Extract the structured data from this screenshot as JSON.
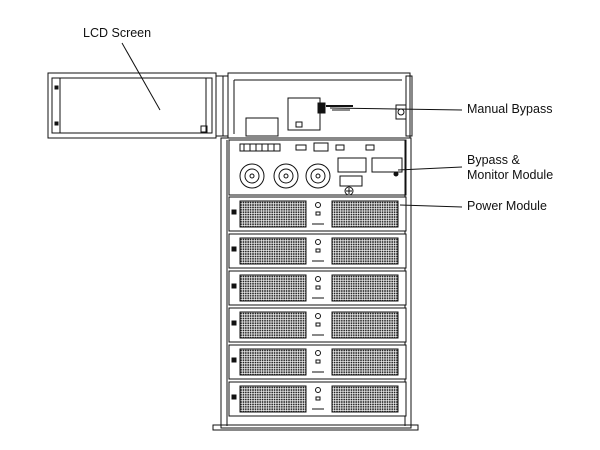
{
  "labels": {
    "lcd_screen": "LCD Screen",
    "manual_bypass": "Manual Bypass",
    "bypass_monitor_line1": "Bypass &",
    "bypass_monitor_line2": "Monitor Module",
    "power_module": "Power Module"
  },
  "colors": {
    "stroke": "#111111",
    "background": "#ffffff"
  }
}
